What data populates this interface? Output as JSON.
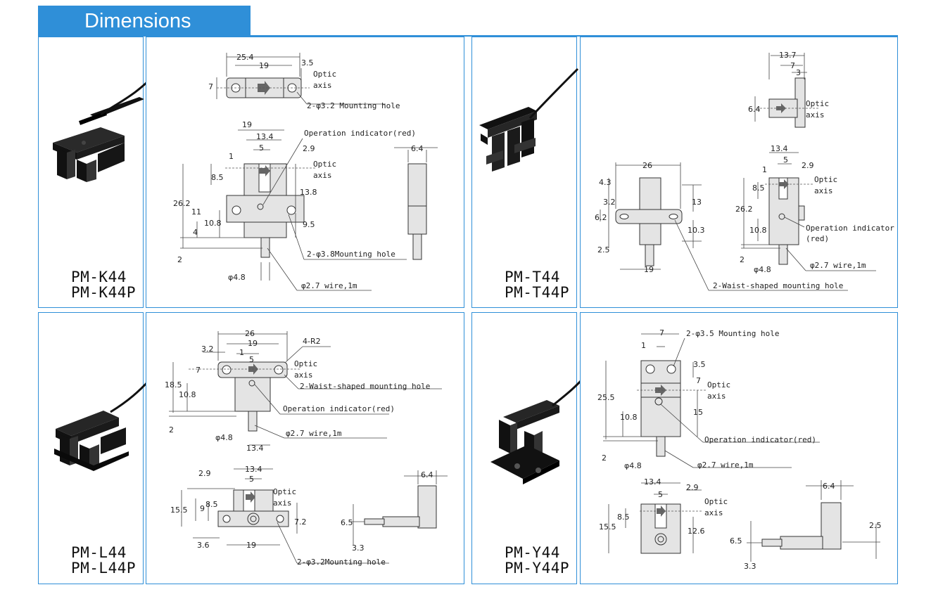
{
  "page": {
    "title": "Dimensions"
  },
  "colors": {
    "accent": "#2f8fd8",
    "panel_border": "#2f8fd8",
    "drawing_fill": "#e4e4e4"
  },
  "products": [
    {
      "model_lines": [
        "PM-K44",
        "PM-K44P"
      ],
      "photo": "u-shaped-photo-sensor-black",
      "labels": {
        "dim_25_4": "25.4",
        "dim_19_top": "19",
        "dim_3_5": "3.5",
        "dim_7": "7",
        "optic_axis_1": "Optic",
        "optic_axis_2": "axis",
        "mount_hole_top": "2-φ3.2 Mounting hole",
        "dim_19": "19",
        "dim_13_4": "13.4",
        "dim_5": "5",
        "dim_1": "1",
        "dim_2_9": "2.9",
        "op_indicator": "Operation indicator(red)",
        "optic_axis_3": "Optic",
        "optic_axis_4": "axis",
        "dim_6_4": "6.4",
        "dim_8_5": "8.5",
        "dim_26_2": "26.2",
        "dim_11": "11",
        "dim_13_8": "13.8",
        "dim_10_8": "10.8",
        "dim_9_5": "9.5",
        "dim_4": "4",
        "dim_2": "2",
        "mount_hole_bottom": "2-φ3.8Mounting hole",
        "dim_phi4_8": "φ4.8",
        "wire": "φ2.7 wire,1m"
      }
    },
    {
      "model_lines": [
        "PM-T44",
        "PM-T44P"
      ],
      "photo": "t-shaped-photo-sensor-black",
      "labels": {
        "dim_13_7": "13.7",
        "dim_7": "7",
        "dim_3": "3",
        "dim_6_4": "6.4",
        "optic_axis_1": "Optic",
        "optic_axis_2": "axis",
        "dim_26": "26",
        "dim_4_3": "4.3",
        "dim_3_2": "3.2",
        "dim_6_2": "6.2",
        "dim_13": "13",
        "dim_10_3": "10.3",
        "dim_2_5": "2.5",
        "dim_19": "19",
        "dim_13_4": "13.4",
        "dim_5": "5",
        "dim_1": "1",
        "dim_2_9": "2.9",
        "optic_axis_3": "Optic",
        "optic_axis_4": "axis",
        "dim_8_5": "8.5",
        "dim_26_2": "26.2",
        "dim_10_8": "10.8",
        "dim_2": "2",
        "op_indicator_1": "Operation indicator",
        "op_indicator_2": "(red)",
        "dim_phi4_8": "φ4.8",
        "wire": "φ2.7 wire,1m",
        "waist_hole": "2-Waist-shaped mounting hole"
      }
    },
    {
      "model_lines": [
        "PM-L44",
        "PM-L44P"
      ],
      "photo": "l-shaped-photo-sensor-black",
      "labels": {
        "dim_26": "26",
        "dim_19": "19",
        "dim_3_2": "3.2",
        "dim_4_r2": "4-R2",
        "dim_1": "1",
        "dim_5": "5",
        "dim_7": "7",
        "optic_axis_1": "Optic",
        "optic_axis_2": "axis",
        "waist_hole": "2-Waist-shaped mounting hole",
        "dim_18_5": "18.5",
        "dim_10_8": "10.8",
        "op_indicator": "Operation indicator(red)",
        "dim_2": "2",
        "dim_phi4_8": "φ4.8",
        "wire": "φ2.7 wire,1m",
        "dim_13_4": "13.4",
        "dim_2_9": "2.9",
        "dim_13_4_b": "13.4",
        "dim_5_b": "5",
        "optic_axis_3": "Optic",
        "optic_axis_4": "axis",
        "dim_15_5": "15.5",
        "dim_9": "9",
        "dim_8_5": "8.5",
        "dim_7_2": "7.2",
        "dim_3_6": "3.6",
        "dim_19_b": "19",
        "dim_6_4": "6.4",
        "dim_6_5": "6.5",
        "dim_3_3": "3.3",
        "mount_hole": "2-φ3.2Mounting hole"
      }
    },
    {
      "model_lines": [
        "PM-Y44",
        "PM-Y44P"
      ],
      "photo": "y-shaped-photo-sensor-black",
      "labels": {
        "dim_7": "7",
        "mount_hole": "2-φ3.5 Mounting hole",
        "dim_1": "1",
        "dim_3_5": "3.5",
        "dim_7_b": "7",
        "optic_axis_1": "Optic",
        "optic_axis_2": "axis",
        "dim_25_5": "25.5",
        "dim_15": "15",
        "dim_10_8": "10.8",
        "op_indicator": "Operation indicator(red)",
        "dim_2": "2",
        "dim_phi4_8": "φ4.8",
        "wire": "φ2.7 wire,1m",
        "dim_13_4": "13.4",
        "dim_2_9": "2.9",
        "dim_5": "5",
        "dim_6_4": "6.4",
        "optic_axis_3": "Optic",
        "optic_axis_4": "axis",
        "dim_8_5": "8.5",
        "dim_15_5": "15.5",
        "dim_12_6": "12.6",
        "dim_2_5": "2.5",
        "dim_6_5": "6.5",
        "dim_3_3": "3.3"
      }
    }
  ]
}
